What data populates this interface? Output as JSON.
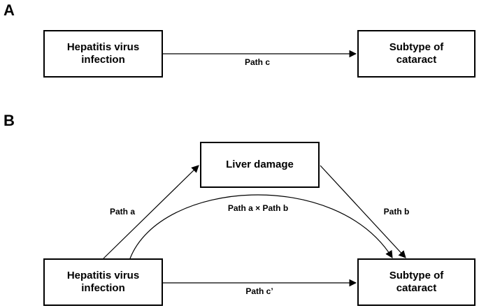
{
  "panel_a": {
    "label": "A",
    "source_box": "Hepatitis virus\ninfection",
    "target_box": "Subtype of\ncataract",
    "path_label": "Path c"
  },
  "panel_b": {
    "label": "B",
    "mediator_box": "Liver damage",
    "source_box": "Hepatitis virus\ninfection",
    "target_box": "Subtype of\ncataract",
    "path_a_label": "Path a",
    "path_b_label": "Path b",
    "indirect_label": "Path a × Path b",
    "direct_label": "Path c’"
  }
}
